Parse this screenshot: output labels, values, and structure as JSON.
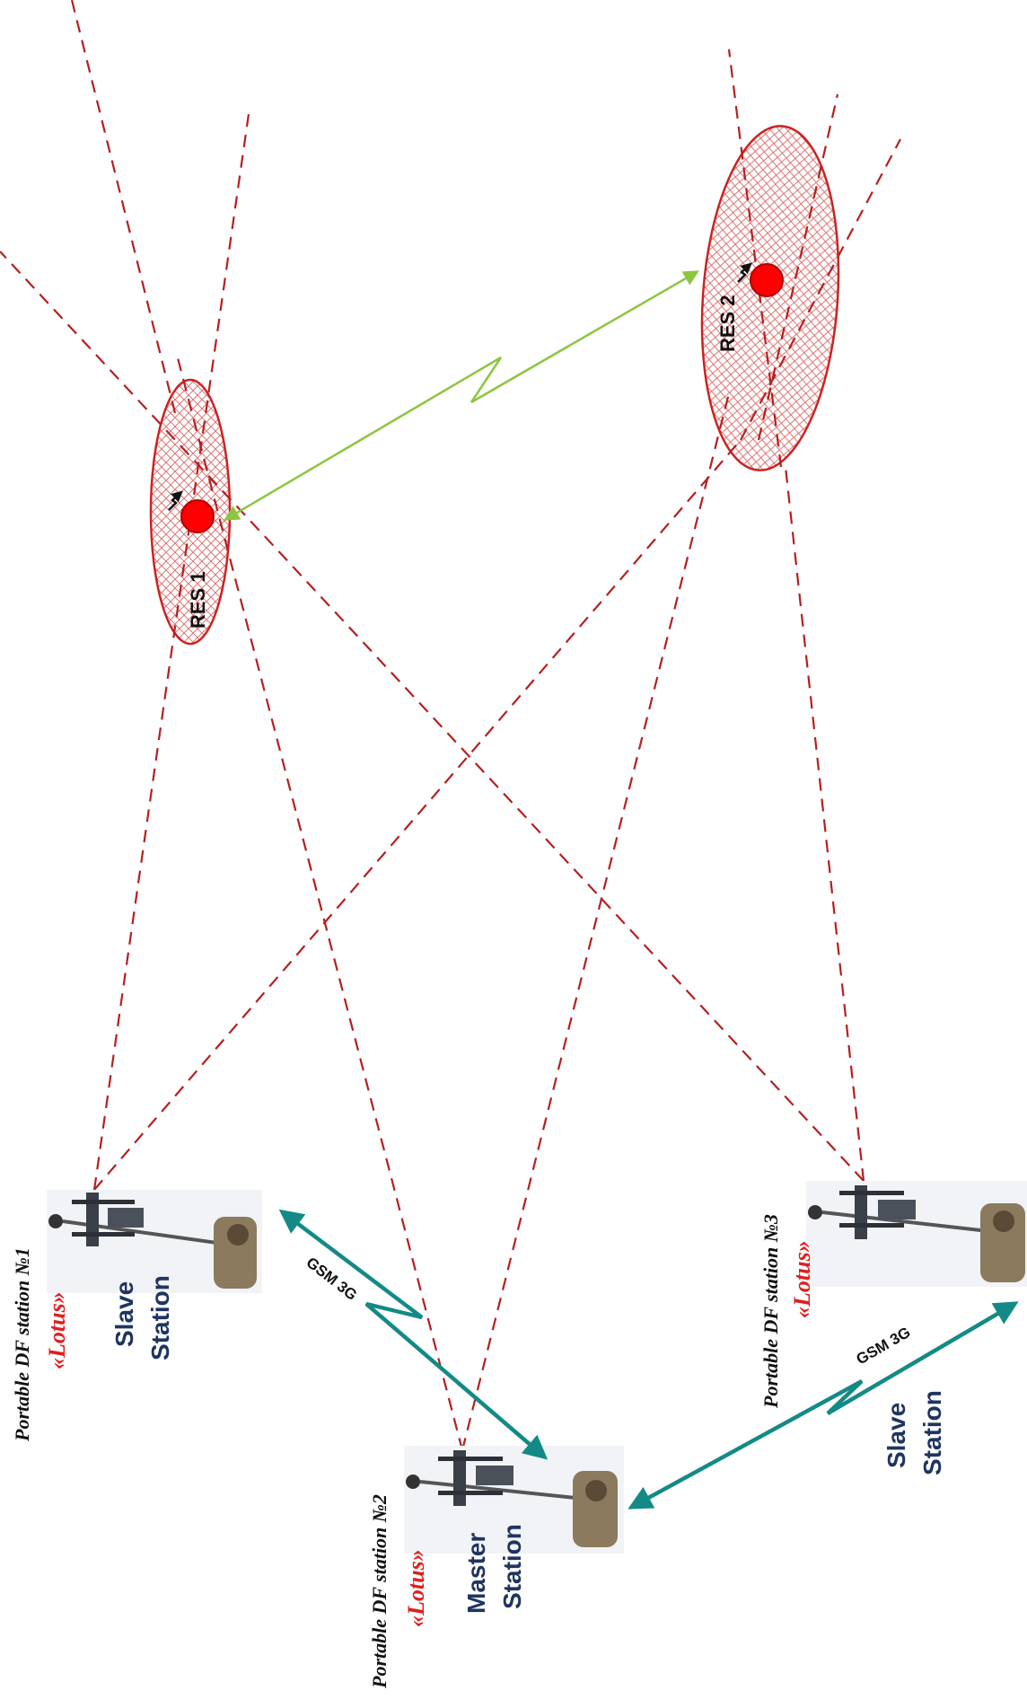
{
  "colors": {
    "bearing_line": "#b51f1f",
    "ellipse": "#cc2222",
    "emitter": "#ff0000",
    "gsm_link": "#138a86",
    "radio_link": "#8cc640",
    "role_text": "#1f3560",
    "lotus_text": "#e01e1e"
  },
  "stations": [
    {
      "id": "station-1",
      "title": "Portable DF station №1",
      "brand": "«Lotus»",
      "role_line1": "Slave",
      "role_line2": "Station"
    },
    {
      "id": "station-2",
      "title": "Portable DF station №2",
      "brand": "«Lotus»",
      "role_line1": "Master",
      "role_line2": "Station"
    },
    {
      "id": "station-3",
      "title": "Portable DF station №3",
      "brand": "«Lotus»",
      "role_line1": "Slave",
      "role_line2": "Station"
    }
  ],
  "emitters": [
    {
      "id": "res-1",
      "label": "RES 1"
    },
    {
      "id": "res-2",
      "label": "RES 2"
    }
  ],
  "links": [
    {
      "id": "link-1-2",
      "label": "GSM 3G",
      "icon": "lightning-link-arrow"
    },
    {
      "id": "link-2-3",
      "label": "GSM 3G",
      "icon": "lightning-link-arrow"
    },
    {
      "id": "link-res",
      "label": "",
      "icon": "lightning-link-arrow"
    }
  ]
}
